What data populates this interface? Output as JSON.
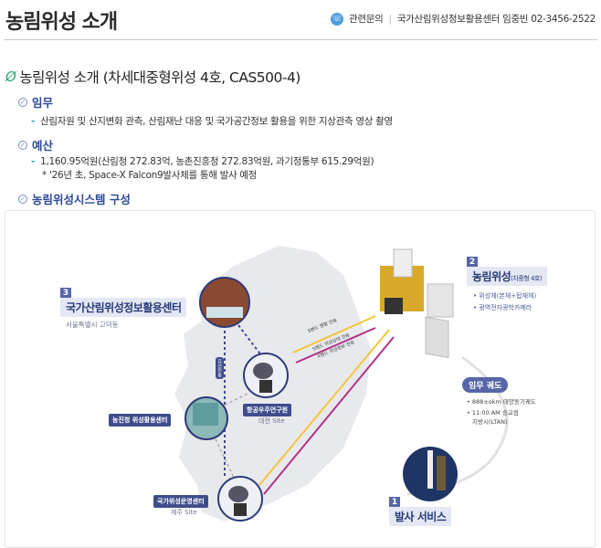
{
  "header": {
    "title": "농림위성 소개",
    "contact_icon": "phone-icon",
    "contact_label": "관련문의",
    "contact_info": "국가산림위성정보활용센터 임중빈 02-3456-2522"
  },
  "section": {
    "title": "농림위성 소개 (차세대중형위성 4호, CAS500-4)",
    "mission": {
      "heading": "임무",
      "text": "산림자원 및 산지변화 관측, 산림재난 대응 및 국가공간정보 활용을 위한 지상관측 영상 촬영"
    },
    "budget": {
      "heading": "예산",
      "text": "1,160.95억원(산림청 272.83억, 농촌진흥청 272.83억원, 과기정통부 615.29억원)",
      "note": "* '26년 초, Space-X Falcon9발사체를 통해 발사 예정"
    },
    "system": {
      "heading": "농림위성시스템 구성"
    }
  },
  "diagram": {
    "center3": {
      "num": "3",
      "title": "국가산림위성정보활용센터",
      "location": "서울특별시 고덕동"
    },
    "satellite2": {
      "num": "2",
      "title": "농림위성",
      "title_sub": "(차중형 4호)",
      "bullets": [
        "위성체(본체+탑재체)",
        "광역전자광학카메라"
      ]
    },
    "orbit": {
      "title": "임무 궤도",
      "bullets": [
        "888±okm 태양동기궤도",
        "11:00 AM 승교점",
        "지방시(LTAN)"
      ]
    },
    "launch1": {
      "num": "1",
      "title": "발사 서비스"
    },
    "kari": {
      "label": "항공우주연구원",
      "site": "대전 Site"
    },
    "rda": {
      "label": "농진청 위성활용센터"
    },
    "nsoc": {
      "label": "국가위성운영센터",
      "site": "제주 Site"
    },
    "links": {
      "cmd": "S밴드 명령 전송",
      "status": "S밴드 위성상태 전송",
      "data": "X밴드 위성정보 전송",
      "wired": "유선전송"
    },
    "colors": {
      "command": "#f2c53d",
      "downlink": "#b0338a",
      "wired": "#3f4d8c"
    }
  }
}
